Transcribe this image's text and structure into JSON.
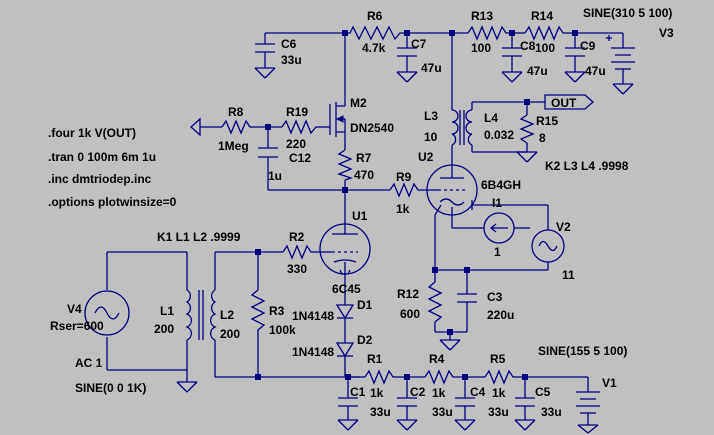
{
  "directives": [
    ".four 1k V(OUT)",
    ".tran 0 100m 6m 1u",
    ".inc dmtriodep.inc",
    ".options plotwinsize=0"
  ],
  "coupling": {
    "k2": "K2 L3 L4 .9998",
    "k1": "K1 L1 L2 .9999"
  },
  "supply": {
    "r6": {
      "name": "R6",
      "value": "4.7k"
    },
    "r13": {
      "name": "R13",
      "value": "100"
    },
    "r14": {
      "name": "R14",
      "value": "100"
    },
    "c6": {
      "name": "C6",
      "value": "33u"
    },
    "c7": {
      "name": "C7",
      "value": "47u"
    },
    "c8": {
      "name": "C8",
      "value": "47u"
    },
    "c9": {
      "name": "C9",
      "value": "47u"
    },
    "v3": {
      "name": "V3",
      "value": "SINE(310 5 100)"
    }
  },
  "mosfet": {
    "name": "M2",
    "value": "DN2540"
  },
  "gate": {
    "r8": {
      "name": "R8",
      "value": "1Meg"
    },
    "r19": {
      "name": "R19",
      "value": "220"
    },
    "c12": {
      "name": "C12",
      "value": "1u"
    }
  },
  "r7": {
    "name": "R7",
    "value": "470"
  },
  "r9": {
    "name": "R9",
    "value": "1k"
  },
  "u1": {
    "name": "U1",
    "value": "6C45"
  },
  "u2": {
    "name": "U2",
    "value": "6B4GH"
  },
  "output_xfmr": {
    "l3": {
      "name": "L3",
      "value": "10"
    },
    "l4": {
      "name": "L4",
      "value": "0.032"
    },
    "r15": {
      "name": "R15",
      "value": "8"
    },
    "out_label": "OUT"
  },
  "i1": {
    "name": "I1",
    "value": "1"
  },
  "v2": {
    "name": "V2",
    "value": "11"
  },
  "r12": {
    "name": "R12",
    "value": "600"
  },
  "c3": {
    "name": "C3",
    "value": "220u"
  },
  "input": {
    "r2": {
      "name": "R2",
      "value": "330"
    },
    "r3": {
      "name": "R3",
      "value": "100k"
    },
    "l1": {
      "name": "L1",
      "value": "200"
    },
    "l2": {
      "name": "L2",
      "value": "200"
    },
    "v4": {
      "name": "V4",
      "rser": "Rser=600",
      "ac": "AC 1",
      "sine": "SINE(0 0 1K)"
    }
  },
  "diodes": {
    "d1": {
      "name": "D1",
      "value": "1N4148"
    },
    "d2": {
      "name": "D2",
      "value": "1N4148"
    }
  },
  "bias": {
    "r1": {
      "name": "R1",
      "value": "1k"
    },
    "r4": {
      "name": "R4",
      "value": "1k"
    },
    "r5": {
      "name": "R5",
      "value": "1k"
    },
    "c1": {
      "name": "C1",
      "value": "33u"
    },
    "c2": {
      "name": "C2",
      "value": "33u"
    },
    "c4": {
      "name": "C4",
      "value": "33u"
    },
    "c5": {
      "name": "C5",
      "value": "33u"
    },
    "v1": {
      "name": "V1",
      "value": "SINE(155 5 100)"
    }
  }
}
